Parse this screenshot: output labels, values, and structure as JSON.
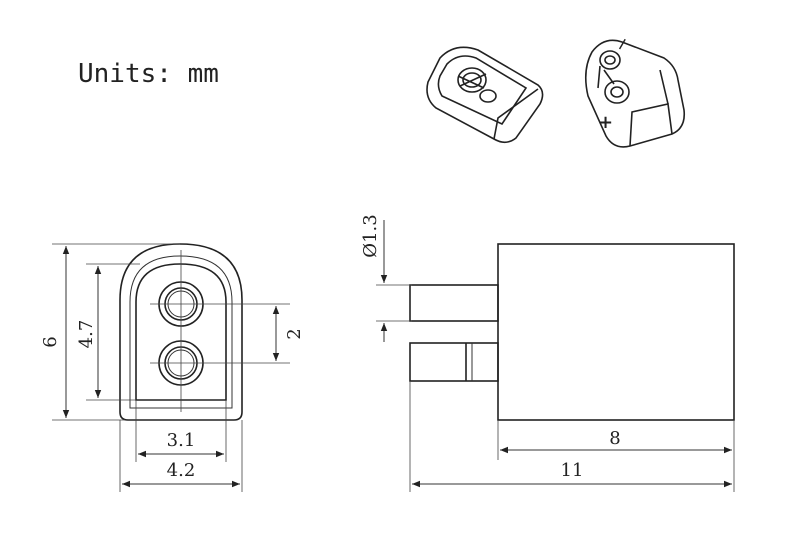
{
  "units_label": "Units: mm",
  "dimensions": {
    "front_height_total": "6",
    "front_height_inner": "4.7",
    "pin_spacing": "2",
    "front_width_inner": "3.1",
    "front_width_total": "4.2",
    "pin_diameter": "Ø1.3",
    "side_body_length": "8",
    "side_total_length": "11"
  },
  "polarity_marks": {
    "negative": "−",
    "positive": "+"
  }
}
